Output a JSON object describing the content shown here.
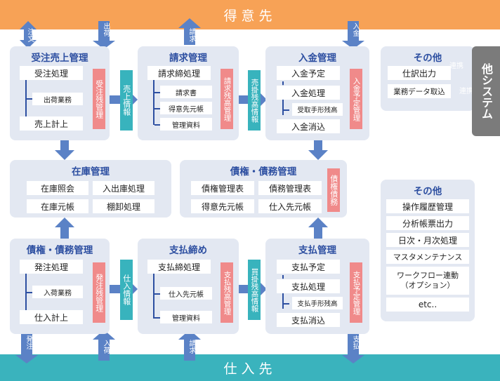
{
  "bands": {
    "top": "得意先",
    "bottom": "仕入先"
  },
  "external_arrows": {
    "chumon": "注文",
    "shukka": "出荷",
    "seikyu_top": "請求",
    "nyukin": "入金",
    "hatchu": "発注",
    "nyuka": "入荷",
    "seikyu_bottom": "請求",
    "shiharai": "支払"
  },
  "sales": {
    "title": "受注売上管理",
    "order": "受注処理",
    "shipping": "出荷業務",
    "sales_record": "売上計上",
    "tag": "受注残管理"
  },
  "billing": {
    "title": "請求管理",
    "closing": "請求締処理",
    "invoice": "請求書",
    "customer_ledger": "得意先元帳",
    "report": "管理資料",
    "tag": "請求残高管理"
  },
  "receipt": {
    "title": "入金管理",
    "plan": "入金予定",
    "process": "入金処理",
    "bills": "受取手形残高",
    "clear": "入金消込",
    "tag": "入金予定管理"
  },
  "others_top": {
    "title": "その他",
    "journal": "仕訳出力",
    "import": "業務データ取込"
  },
  "links": {
    "out": "連携",
    "in": "連携"
  },
  "other_system": "他システム",
  "inventory": {
    "title": "在庫管理",
    "inquiry": "在庫照会",
    "io": "入出庫処理",
    "ledger": "在庫元帳",
    "stocktake": "棚卸処理"
  },
  "debt_top": {
    "title": "債権・債務管理",
    "receivable_table": "債権管理表",
    "payable_table": "債務管理表",
    "customer_ledger": "得意先元帳",
    "supplier_ledger": "仕入先元帳",
    "tag": "債権債務"
  },
  "purchase": {
    "title": "債権・債務管理",
    "po": "発注処理",
    "receiving": "入荷業務",
    "record": "仕入計上",
    "tag": "発注残管理"
  },
  "pay_close": {
    "title": "支払締め",
    "closing": "支払締処理",
    "supplier_ledger": "仕入先元帳",
    "report": "管理資料",
    "tag": "支払残高管理"
  },
  "payment": {
    "title": "支払管理",
    "plan": "支払予定",
    "process": "支払処理",
    "bills": "支払手形残高",
    "clear": "支払消込",
    "tag": "支払予定管理"
  },
  "flows": {
    "sales_info": "売上情報",
    "ar_info": "売掛残高情報",
    "purchase_info": "仕入情報",
    "ap_info": "買掛残高情報"
  },
  "others_bottom": {
    "title": "その他",
    "items": [
      "操作履歴管理",
      "分析帳票出力",
      "日次・月次処理",
      "マスタメンテナンス",
      "ワークフロー連動\n（オプション）",
      "etc.."
    ]
  },
  "colors": {
    "orange": "#f7a256",
    "teal": "#38b3bd",
    "pink": "#f08a8a",
    "arrow_blue": "#5b82c6",
    "panel": "#e3e8f2",
    "title_blue": "#2d4fa1",
    "gray": "#7b7b7b"
  }
}
